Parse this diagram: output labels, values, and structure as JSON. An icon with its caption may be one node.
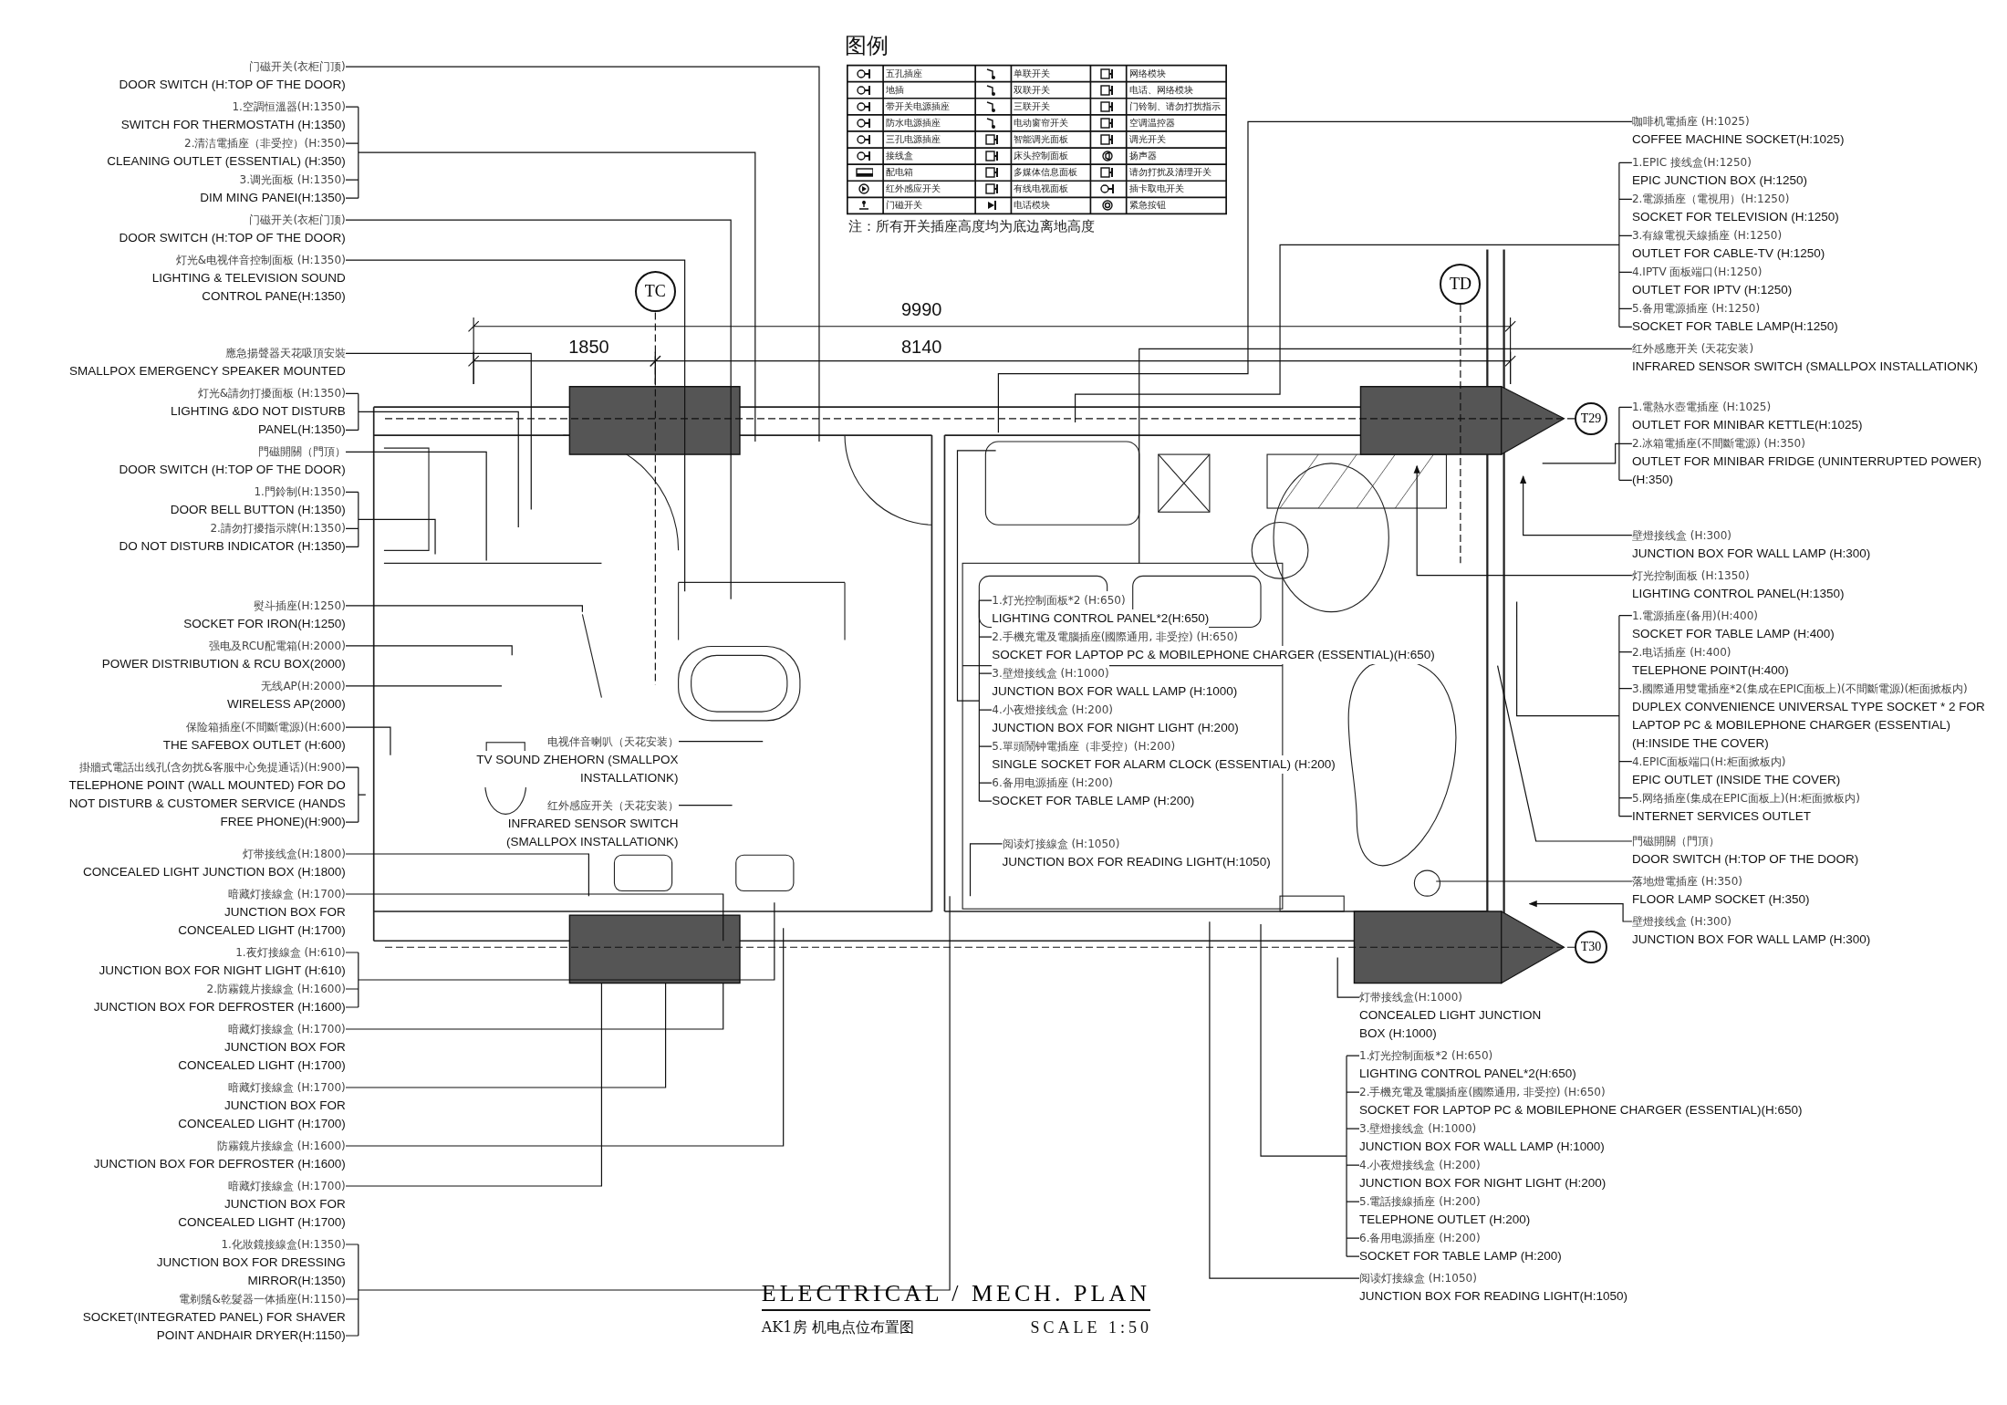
{
  "diagram": {
    "title": "ELECTRICAL / MECH. PLAN",
    "nodes": [
      {
        "text": [
          "门磁开关(衣柜门顶)",
          "DOOR SWITCH (H:TOP OF THE DOOR)"
        ]
      },
      {
        "text": [
          "1.空調恒溫器(H:1350)",
          "SWITCH FOR THERMOSTATH (H:1350)",
          "2.清洁電插座（非受控）(H:350)",
          "CLEANING OUTLET (ESSENTIAL) (H:350)",
          "3.调光面板 (H:1350)",
          "DIM MING PANEI(H:1350)"
        ]
      },
      {
        "text": [
          "门磁开关(衣柜门顶)",
          "DOOR SWITCH (H:TOP OF THE DOOR)"
        ]
      },
      {
        "text": [
          "灯光&电视伴音控制面板 (H:1350)",
          "LIGHTING & TELEVISION SOUND CONTROL PANE(H:1350)"
        ]
      },
      {
        "text": [
          "應急揚聲器天花吸頂安裝",
          "SMALLPOX EMERGENCY SPEAKER MOUNTED"
        ]
      },
      {
        "text": [
          "灯光&請勿打擾面板 (H:1350)",
          "LIGHTING &DO NOT DISTURB PANEL(H:1350)"
        ]
      },
      {
        "text": [
          "門磁開關（門頂）",
          "DOOR SWITCH (H:TOP OF THE DOOR)"
        ]
      },
      {
        "text": [
          "1.門鈴制(H:1350)",
          "DOOR BELL BUTTON (H:1350)",
          "2.請勿打擾指示牌(H:1350)",
          "DO NOT DISTURB INDICATOR (H:1350)"
        ]
      },
      {
        "text": [
          "熨斗插座(H:1250)",
          "SOCKET FOR IRON(H:1250)"
        ]
      },
      {
        "text": [
          "强电及RCU配電箱(H:2000)",
          "POWER DISTRIBUTION & RCU BOX(2000)"
        ]
      },
      {
        "text": [
          "无线AP(H:2000)",
          "WIRELESS AP(2000)"
        ]
      },
      {
        "text": [
          "保险箱插座(不間斷電源)(H:600)",
          "THE SAFEBOX OUTLET (H:600)"
        ]
      },
      {
        "text": [
          "掛牆式電話出线孔(含勿扰&客服中心免提通话)(H:900)",
          "TELEPHONE POINT (WALL MOUNTED) FOR DO NOT DISTURB & CUSTOMER SERVICE (HANDS FREE PHONE)(H:900)"
        ]
      },
      {
        "text": [
          "灯带接线盒(H:1800)",
          "CONCEALED LIGHT JUNCTION BOX (H:1800)"
        ]
      },
      {
        "text": [
          "暗藏灯接線盒 (H:1700)",
          "JUNCTION BOX FOR CONCEALED LIGHT (H:1700)"
        ]
      },
      {
        "text": [
          "1.夜灯接線盒 (H:610)",
          "JUNCTION BOX FOR NIGHT LIGHT (H:610)",
          "2.防霧鏡片接線盒 (H:1600)",
          "JUNCTION BOX FOR DEFROSTER (H:1600)"
        ]
      },
      {
        "text": [
          "暗藏灯接線盒 (H:1700)",
          "JUNCTION BOX FOR CONCEALED LIGHT (H:1700)"
        ]
      },
      {
        "text": [
          "暗藏灯接線盒 (H:1700)",
          "JUNCTION BOX FOR CONCEALED LIGHT (H:1700)"
        ]
      },
      {
        "text": [
          "防霧鏡片接線盒 (H:1600)",
          "JUNCTION BOX FOR DEFROSTER (H:1600)"
        ]
      },
      {
        "text": [
          "暗藏灯接線盒 (H:1700)",
          "JUNCTION BOX FOR CONCEALED LIGHT (H:1700)"
        ]
      },
      {
        "text": [
          "1.化妝鏡接線盒(H:1350)",
          "JUNCTION BOX FOR DRESSING MIRROR(H:1350)",
          "電剃鬚&乾髮器一体插座(H:1150)",
          "SOCKET(INTEGRATED PANEL) FOR SHAVER POINT ANDHAIR DRYER(H:1150)"
        ]
      },
      {
        "text": [
          "电视伴音喇叭（天花安装）",
          "TV SOUND ZHEHORN (SMALLPOX INSTALLATIONK)"
        ]
      },
      {
        "text": [
          "红外感应开关（天花安装）",
          "INFRARED SENSOR SWITCH (SMALLPOX INSTALLATIONK)"
        ]
      },
      {
        "text": [
          "1.灯光控制面板*2 (H:650)",
          "LIGHTING CONTROL PANEL*2(H:650)",
          "2.手機充電及電腦插座(國際通用, 非受控) (H:650)",
          "SOCKET FOR LAPTOP PC & MOBILEPHONE CHARGER (ESSENTIAL)(H:650)",
          "3.壁燈接线盒 (H:1000)",
          "JUNCTION BOX FOR WALL LAMP (H:1000)",
          "4.小夜燈接线盒 (H:200)",
          "JUNCTION BOX FOR NIGHT LIGHT (H:200)",
          "5.單頭鬧钟電插座（非受控）(H:200)",
          "SINGLE SOCKET FOR ALARM CLOCK (ESSENTIAL) (H:200)",
          "6.备用电源插座 (H:200)",
          "SOCKET FOR TABLE LAMP (H:200)"
        ]
      },
      {
        "text": [
          "阅读灯接線盒 (H:1050)",
          "JUNCTION BOX FOR READING LIGHT(H:1050)"
        ]
      },
      {
        "text": [
          "咖啡机電插座 (H:1025)",
          "COFFEE MACHINE SOCKET(H:1025)"
        ]
      },
      {
        "text": [
          "1.EPIC 接线盒(H:1250)",
          "EPIC JUNCTION BOX (H:1250)",
          "2.電源插座（電視用）(H:1250)",
          "SOCKET FOR TELEVISION (H:1250)",
          "3.有線電視天線插座 (H:1250)",
          "OUTLET FOR CABLE-TV (H:1250)",
          "4.IPTV 面板端口(H:1250)",
          "OUTLET FOR IPTV (H:1250)",
          "5.备用電源插座 (H:1250)",
          "SOCKET FOR TABLE LAMP(H:1250)"
        ]
      },
      {
        "text": [
          "红外感應开关 (天花安装)",
          "INFRARED SENSOR SWITCH (SMALLPOX INSTALLATIONK)"
        ]
      },
      {
        "text": [
          "1.電熱水壺電插座 (H:1025)",
          "OUTLET FOR MINIBAR KETTLE(H:1025)",
          "2.冰箱電插座(不間斷電源) (H:350)",
          "OUTLET FOR MINIBAR FRIDGE (UNINTERRUPTED POWER) (H:350)"
        ]
      },
      {
        "text": [
          "壁燈接线盒 (H:300)",
          "JUNCTION BOX FOR WALL LAMP (H:300)"
        ]
      },
      {
        "text": [
          "灯光控制面板 (H:1350)",
          "LIGHTING CONTROL PANEL(H:1350)"
        ]
      },
      {
        "text": [
          "1.電源插座(备用)(H:400)",
          "SOCKET FOR TABLE LAMP (H:400)",
          "2.电话插座 (H:400)",
          "TELEPHONE POINT(H:400)",
          "3.國際通用雙電插座*2(集成在EPIC面板上)(不間斷電源)(柜面掀板内)",
          "DUPLEX CONVENIENCE UNIVERSAL TYPE SOCKET * 2 FOR LAPTOP PC & MOBILEPHONE CHARGER (ESSENTIAL) (H:INSIDE THE COVER)",
          "4.EPIC面板端口(H:柜面掀板内)",
          "EPIC OUTLET (INSIDE THE COVER)",
          "5.网络插座(集成在EPIC面板上)(H:柜面掀板内)",
          "INTERNET SERVICES OUTLET"
        ]
      },
      {
        "text": [
          "門磁開關（門頂）",
          "DOOR SWITCH (H:TOP OF THE DOOR)"
        ]
      },
      {
        "text": [
          "落地燈電插座 (H:350)",
          "FLOOR LAMP SOCKET (H:350)"
        ]
      },
      {
        "text": [
          "壁燈接线盒 (H:300)",
          "JUNCTION BOX FOR WALL LAMP (H:300)"
        ]
      },
      {
        "text": [
          "灯带接线盒(H:1000)",
          "CONCEALED LIGHT JUNCTION BOX (H:1000)"
        ]
      },
      {
        "text": [
          "1.灯光控制面板*2 (H:650)",
          "LIGHTING CONTROL PANEL*2(H:650)",
          "2.手機充電及電腦插座(國際通用, 非受控) (H:650)",
          "SOCKET FOR LAPTOP PC & MOBILEPHONE CHARGER (ESSENTIAL)(H:650)",
          "3.壁燈接线盒 (H:1000)",
          "JUNCTION BOX FOR WALL LAMP (H:1000)",
          "4.小夜燈接线盒 (H:200)",
          "JUNCTION BOX FOR NIGHT LIGHT (H:200)",
          "5.電話接線插座 (H:200)",
          "TELEPHONE OUTLET (H:200)",
          "6.备用电源插座 (H:200)",
          "SOCKET FOR TABLE LAMP (H:200)"
        ]
      },
      {
        "text": [
          "阅读灯接線盒 (H:1050)",
          "JUNCTION BOX FOR READING LIGHT(H:1050)"
        ]
      },
      {
        "text": [
          "TC"
        ]
      },
      {
        "text": [
          "TD"
        ]
      },
      {
        "text": [
          "T29"
        ]
      },
      {
        "text": [
          "T30"
        ]
      }
    ],
    "edges": [
      {
        "from": 0,
        "to": null,
        "arrow": "none"
      },
      {
        "from": 1,
        "to": null,
        "arrow": "none"
      },
      {
        "from": 2,
        "to": null,
        "arrow": "none"
      },
      {
        "from": 3,
        "to": null,
        "arrow": "none"
      },
      {
        "from": 4,
        "to": null,
        "arrow": "none"
      },
      {
        "from": 5,
        "to": null,
        "arrow": "none"
      },
      {
        "from": 6,
        "to": null,
        "arrow": "none"
      },
      {
        "from": 7,
        "to": null,
        "arrow": "none"
      },
      {
        "from": 8,
        "to": null,
        "arrow": "none"
      },
      {
        "from": 9,
        "to": null,
        "arrow": "none"
      },
      {
        "from": 10,
        "to": null,
        "arrow": "none"
      },
      {
        "from": 11,
        "to": null,
        "arrow": "none"
      },
      {
        "from": 12,
        "to": null,
        "arrow": "none"
      },
      {
        "from": 13,
        "to": null,
        "arrow": "none"
      },
      {
        "from": 14,
        "to": null,
        "arrow": "none"
      },
      {
        "from": 15,
        "to": null,
        "arrow": "none"
      },
      {
        "from": 16,
        "to": null,
        "arrow": "none"
      },
      {
        "from": 17,
        "to": null,
        "arrow": "none"
      },
      {
        "from": 18,
        "to": null,
        "arrow": "none"
      },
      {
        "from": 19,
        "to": null,
        "arrow": "none"
      },
      {
        "from": 20,
        "to": null,
        "arrow": "none"
      },
      {
        "from": 21,
        "to": null,
        "arrow": "none"
      },
      {
        "from": 22,
        "to": null,
        "arrow": "none"
      },
      {
        "from": 23,
        "to": null,
        "arrow": "none"
      },
      {
        "from": 24,
        "to": null,
        "arrow": "none"
      },
      {
        "from": 25,
        "to": null,
        "arrow": "none"
      },
      {
        "from": 26,
        "to": null,
        "arrow": "none"
      },
      {
        "from": 27,
        "to": null,
        "arrow": "none"
      },
      {
        "from": 28,
        "to": null,
        "arrow": "none"
      },
      {
        "from": 29,
        "to": null,
        "arrow": "to"
      },
      {
        "from": 30,
        "to": null,
        "arrow": "to"
      },
      {
        "from": 31,
        "to": null,
        "arrow": "none"
      },
      {
        "from": 32,
        "to": null,
        "arrow": "none"
      },
      {
        "from": 33,
        "to": null,
        "arrow": "none"
      },
      {
        "from": 34,
        "to": null,
        "arrow": "to"
      },
      {
        "from": 35,
        "to": null,
        "arrow": "none"
      },
      {
        "from": 36,
        "to": null,
        "arrow": "none"
      },
      {
        "from": 37,
        "to": null,
        "arrow": "none"
      },
      {
        "from": 38,
        "to": null,
        "arrow": "none",
        "style": "dashed"
      },
      {
        "from": 39,
        "to": null,
        "arrow": "none",
        "style": "dashed"
      },
      {
        "from": 40,
        "to": null,
        "arrow": "none",
        "style": "dashed"
      },
      {
        "from": 41,
        "to": null,
        "arrow": "none",
        "style": "dashed"
      }
    ],
    "labels": [
      "图例",
      "注：所有开关插座高度均为底边离地高度",
      "9990",
      "1850",
      "8140",
      "AK1房 机电点位布置图",
      "SCALE 1:50"
    ],
    "legend": [
      {
        "text": "五孔插座"
      },
      {
        "text": "单联开关"
      },
      {
        "text": "网络模块"
      },
      {
        "text": "地插"
      },
      {
        "text": "双联开关"
      },
      {
        "text": "电话、网络模块"
      },
      {
        "text": "带开关电源插座"
      },
      {
        "text": "三联开关"
      },
      {
        "text": "门铃制、请勿打扰指示"
      },
      {
        "text": "防水电源插座"
      },
      {
        "text": "电动窗帘开关"
      },
      {
        "text": "空调温控器"
      },
      {
        "text": "三孔电源插座"
      },
      {
        "text": "智能调光面板"
      },
      {
        "text": "调光开关"
      },
      {
        "text": "接线盒"
      },
      {
        "text": "床头控制面板"
      },
      {
        "text": "扬声器"
      },
      {
        "text": "配电箱"
      },
      {
        "text": "多媒体信息面板"
      },
      {
        "text": "请勿打扰及清理开关"
      },
      {
        "text": "红外感应开关"
      },
      {
        "text": "有线电视面板"
      },
      {
        "text": "插卡取电开关"
      },
      {
        "text": "门磁开关"
      },
      {
        "text": "电话模块"
      },
      {
        "text": "紧急按钮"
      }
    ]
  }
}
